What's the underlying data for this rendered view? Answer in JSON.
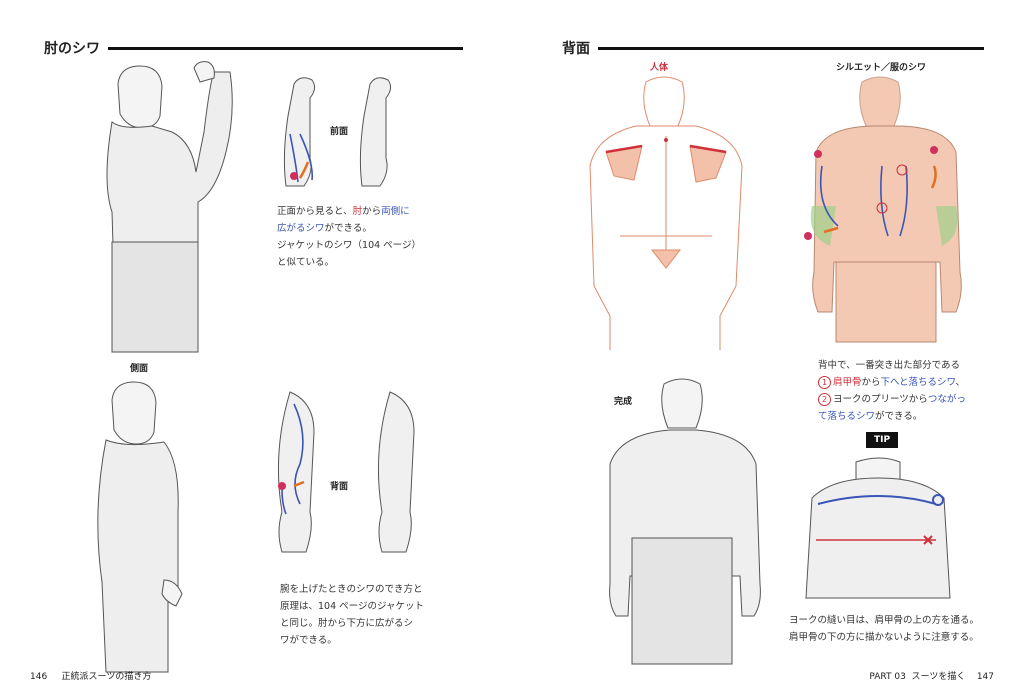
{
  "left_page": {
    "heading": "肘のシワ",
    "label_front": "前面",
    "label_side": "側面",
    "label_back": "背面",
    "note1": {
      "line1_a": "正面から見ると、",
      "line1_b": "肘",
      "line1_c": "から",
      "line1_d": "両側に",
      "line2_a": "広がるシワ",
      "line2_b": "ができる。",
      "line3": "ジャケットのシワ（104 ページ）",
      "line4": "と似ている。"
    },
    "note2": {
      "line1": "腕を上げたときのシワのでき方と",
      "line2": "原理は、104 ページのジャケット",
      "line3": "と同じ。肘から下方に広がるシ",
      "line4": "ワができる。"
    },
    "folio_num": "146",
    "folio_title": "正統派スーツの描き方"
  },
  "right_page": {
    "heading": "背面",
    "label_body": "人体",
    "label_silhouette": "シルエット／服のシワ",
    "label_done": "完成",
    "note1": {
      "line1": "背中で、一番突き出た部分である",
      "n1": "1",
      "line2_a": "肩甲骨",
      "line2_b": "から",
      "line2_c": "下へと落ちるシワ",
      "line2_d": "、",
      "n2": "2",
      "line3_a": "ヨークのプリーツから",
      "line3_b": "つながっ",
      "line4_a": "て落ちるシワ",
      "line4_b": "ができる。"
    },
    "tip_label": "TIP",
    "note2": {
      "line1": "ヨークの縫い目は、肩甲骨の上の方を通る。",
      "line2": "肩甲骨の下の方に描かないように注意する。"
    },
    "folio_part": "PART 03",
    "folio_title": "スーツを描く",
    "folio_num": "147"
  },
  "colors": {
    "accent_red": "#d0303a",
    "accent_blue": "#3a55b8",
    "body_orange": "#e08a6a",
    "shirt_gray": "#e6e6e6",
    "skin_fill": "#f3c9b3",
    "highlight_green": "#9fcf8a"
  }
}
